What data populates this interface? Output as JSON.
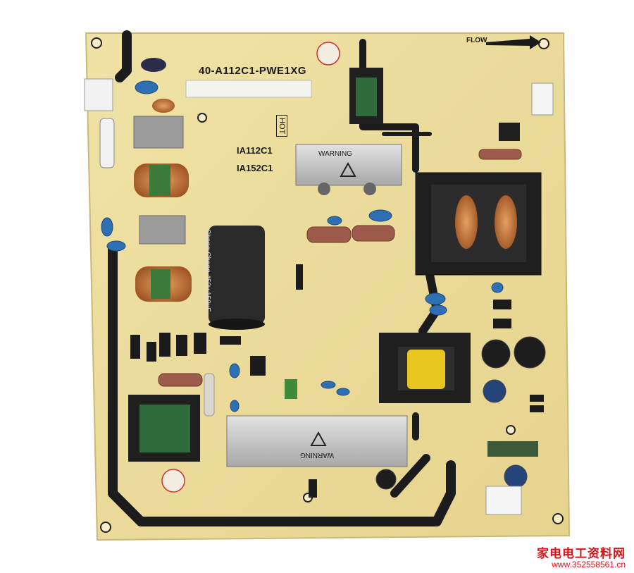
{
  "board": {
    "model": "40-A112C1-PWE1XG",
    "code_1": "IA112C1",
    "code_2": "IA152C1",
    "hot": "HOT",
    "flow": "FLOW",
    "warning_top": "WARNING",
    "warning_bottom": "WARNING",
    "cap_marking": "Chang Chang 450v 150uF"
  },
  "watermark": {
    "site_name": "家电电工资料网",
    "url": "www.352558561.cn"
  },
  "colors": {
    "pcb": "#ecdc9c",
    "trace": "#1c1c1c",
    "copper": "#c8783a",
    "heatsink": "#c8c8c8",
    "watermark": "#d6161c"
  }
}
